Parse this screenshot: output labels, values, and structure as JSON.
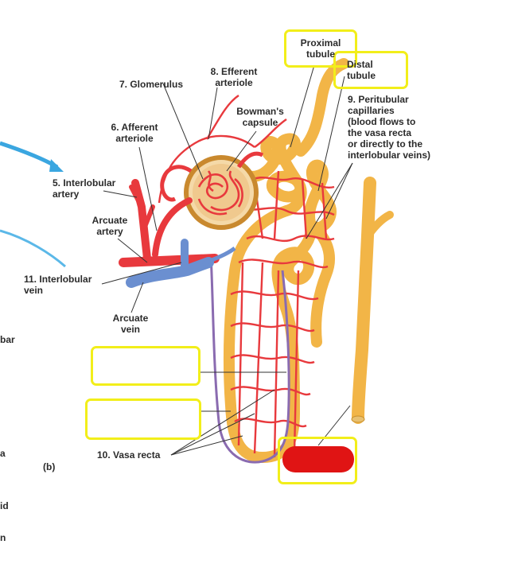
{
  "labels": {
    "proximal_tubule": "Proximal\ntubule",
    "distal_tubule": "Distal\ntubule",
    "efferent_arteriole": "8. Efferent\narteriole",
    "glomerulus": "7. Glomerulus",
    "bowmans_capsule": "Bowman's\ncapsule",
    "peritubular_capillaries": "9. Peritubular\ncapillaries\n(blood flows to\nthe vasa recta\nor directly to the\ninterlobular veins)",
    "afferent_arteriole": "6. Afferent\narteriole",
    "interlobular_artery": "5. Interlobular\nartery",
    "arcuate_artery": "Arcuate\nartery",
    "interlobular_vein": "11. Interlobular\nvein",
    "arcuate_vein": "Arcuate\nvein",
    "vasa_recta": "10. Vasa recta",
    "panel_b": "(b)"
  },
  "cut_off_text": {
    "bar": "bar",
    "a": "a",
    "id": "id",
    "n": "n"
  },
  "colors": {
    "artery": "#e8393d",
    "vein": "#6b8fd0",
    "tubule": "#f2b547",
    "highlight": "#f2ee1a",
    "redaction": "#e01414",
    "arrow": "#3aa6e0"
  }
}
